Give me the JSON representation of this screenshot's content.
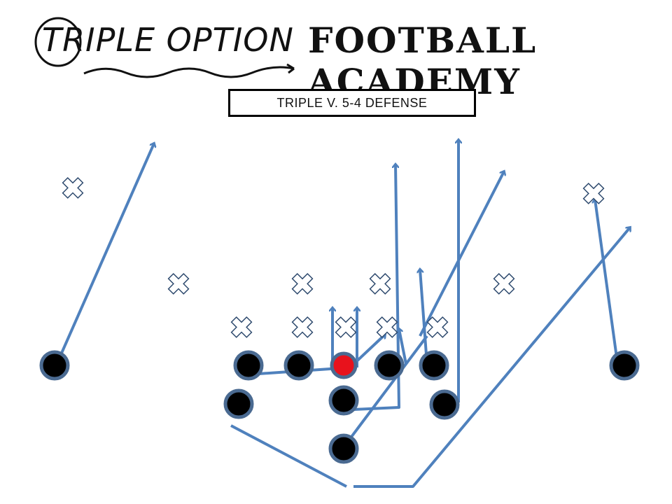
{
  "logo": {
    "script_text": "TRIPLE OPTION",
    "block_text": "FOOTBALL ACADEMY"
  },
  "title": "TRIPLE V. 5-4 DEFENSE",
  "colors": {
    "route": "#4f81bd",
    "player_fill": "#000000",
    "player_stroke": "#4a6a91",
    "center_fill": "#e8121c",
    "defender": "#2e4a6e"
  },
  "defender_symbol": "✖",
  "icons": {
    "offense_player": "filled-circle",
    "center": "red-circle",
    "defender": "x-mark"
  }
}
